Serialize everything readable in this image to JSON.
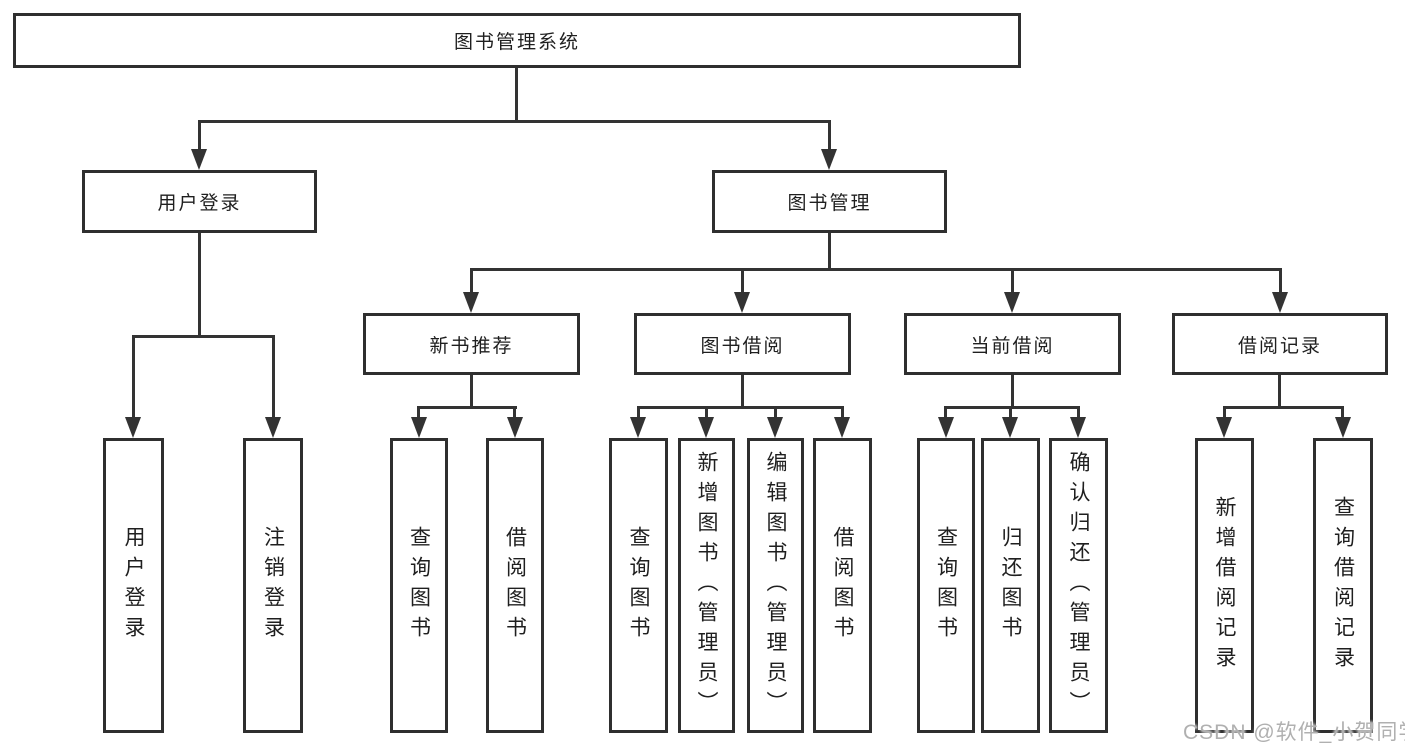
{
  "diagram": {
    "root": {
      "label": "图书管理系统"
    },
    "level2": {
      "user_login": {
        "label": "用户登录"
      },
      "book_mgmt": {
        "label": "图书管理"
      }
    },
    "level3": {
      "new_book": {
        "label": "新书推荐"
      },
      "book_borrow": {
        "label": "图书借阅"
      },
      "current_borrow": {
        "label": "当前借阅"
      },
      "records": {
        "label": "借阅记录"
      }
    },
    "leaves": {
      "user_login": [
        {
          "label": "用户登录"
        },
        {
          "label": "注销登录"
        }
      ],
      "new_book": [
        {
          "label": "查询图书"
        },
        {
          "label": "借阅图书"
        }
      ],
      "book_borrow": [
        {
          "label": "查询图书"
        },
        {
          "label": "新增图书（管理员）"
        },
        {
          "label": "编辑图书（管理员）"
        },
        {
          "label": "借阅图书"
        }
      ],
      "current_borrow": [
        {
          "label": "查询图书"
        },
        {
          "label": "归还图书"
        },
        {
          "label": "确认归还（管理员）"
        }
      ],
      "records": [
        {
          "label": "新增借阅记录"
        },
        {
          "label": "查询借阅记录"
        }
      ]
    }
  },
  "watermark": {
    "text": "CSDN @软件_小贺同学"
  },
  "colors": {
    "line": "#333333",
    "border": "#2f2f2f",
    "text": "#1f1f1f",
    "watermark": "#b0b0b0",
    "background": "#ffffff"
  }
}
